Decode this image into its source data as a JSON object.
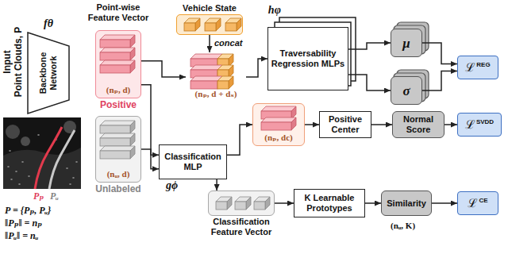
{
  "diagram": {
    "nodes": [
      {
        "text": [
          "fθ",
          "Backbone Network"
        ]
      },
      {
        "text": [
          "(nₚ, d)",
          "Positive"
        ]
      },
      {
        "text": [
          "(nᵤ, d)",
          "Unlabeled"
        ]
      },
      {
        "text": [
          "Vehicle State"
        ]
      },
      {
        "text": [
          "(nₚ, d + dₛ)"
        ]
      },
      {
        "text": [
          "hφ",
          "Traversability Regression MLPs"
        ]
      },
      {
        "text": [
          "μ"
        ]
      },
      {
        "text": [
          "σ"
        ]
      },
      {
        "text": [
          "ℒ",
          "REG"
        ]
      },
      {
        "text": [
          "Classification MLP",
          "gϕ"
        ]
      },
      {
        "text": [
          "(nₚ, dc)"
        ]
      },
      {
        "text": [
          "Positive Center"
        ]
      },
      {
        "text": [
          "Normal Score"
        ]
      },
      {
        "text": [
          "ℒ",
          "SVDD"
        ]
      },
      {
        "text": [
          "Classification Feature Vector"
        ]
      },
      {
        "text": [
          "K Learnable Prototypes"
        ]
      },
      {
        "text": [
          "Similarity"
        ]
      },
      {
        "text": [
          "ℒ",
          "CE"
        ]
      }
    ],
    "edges": [
      {
        "from": 3,
        "to": 4,
        "arrow": "to",
        "label": "concat"
      },
      {
        "from": 1,
        "to": 4,
        "arrow": "to"
      },
      {
        "from": 4,
        "to": 5,
        "arrow": "to"
      },
      {
        "from": 5,
        "to": 6,
        "arrow": "to"
      },
      {
        "from": 5,
        "to": 7,
        "arrow": "to"
      },
      {
        "from": 6,
        "to": 8,
        "arrow": "to"
      },
      {
        "from": 7,
        "to": 8,
        "arrow": "to"
      },
      {
        "from": 1,
        "to": 9,
        "arrow": "to"
      },
      {
        "from": 2,
        "to": 9,
        "arrow": "to"
      },
      {
        "from": 9,
        "to": 10,
        "arrow": "to"
      },
      {
        "from": 9,
        "to": 14,
        "arrow": "to"
      },
      {
        "from": 10,
        "to": 11,
        "arrow": "to"
      },
      {
        "from": 11,
        "to": 12,
        "arrow": "to"
      },
      {
        "from": 12,
        "to": 13,
        "arrow": "to"
      },
      {
        "from": 14,
        "to": 15,
        "arrow": "to"
      },
      {
        "from": 15,
        "to": 16,
        "arrow": "to"
      },
      {
        "from": 16,
        "to": 17,
        "arrow": "to"
      }
    ],
    "labels": [
      "Input",
      "Point Clouds, P",
      "Point-wise Feature Vector",
      "Pₚ",
      "Pᵤ",
      "P = {Pₚ, Pᵤ}",
      "‖Pₚ‖ = nₚ",
      "‖Pᵤ‖ = nᵤ",
      "(nᵤ, K)"
    ]
  }
}
